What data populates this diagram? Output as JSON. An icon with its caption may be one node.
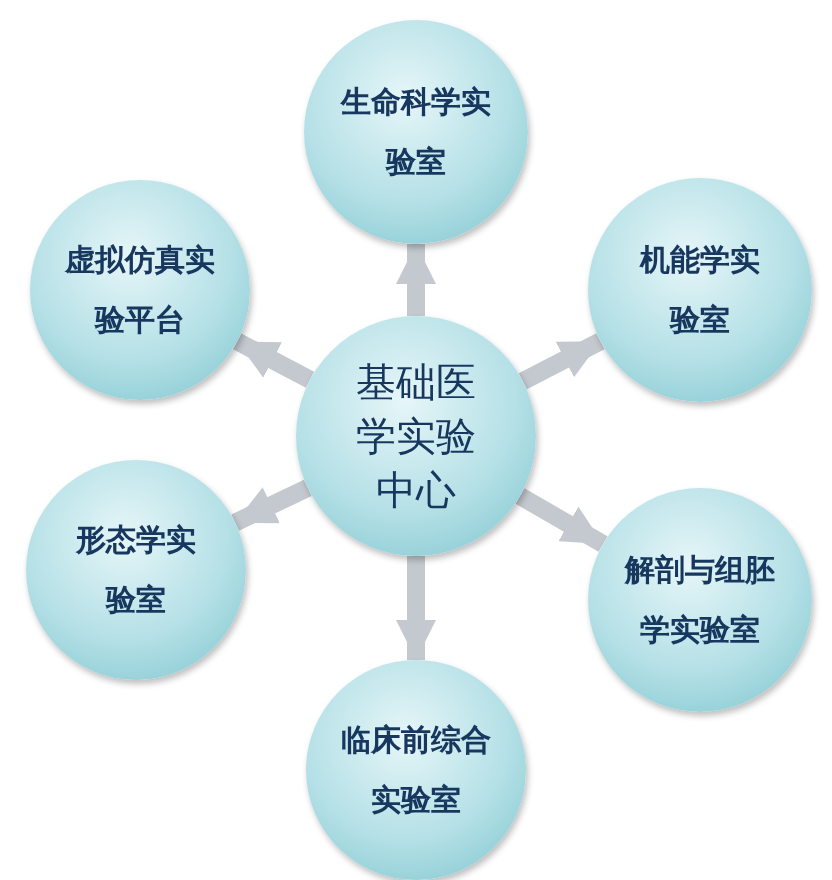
{
  "diagram": {
    "nodes": [
      {
        "text": [
          "基础医学实验中心"
        ]
      },
      {
        "text": [
          "生命科学实验室"
        ]
      },
      {
        "text": [
          "机能学实验室"
        ]
      },
      {
        "text": [
          "解剖与组胚学实验室"
        ]
      },
      {
        "text": [
          "临床前综合实验室"
        ]
      },
      {
        "text": [
          "形态学实验室"
        ]
      },
      {
        "text": [
          "虚拟仿真实验平台"
        ]
      }
    ],
    "edges": [
      {
        "from": 0,
        "to": 1,
        "arrow": "to"
      },
      {
        "from": 0,
        "to": 2,
        "arrow": "to"
      },
      {
        "from": 0,
        "to": 3,
        "arrow": "to"
      },
      {
        "from": 0,
        "to": 4,
        "arrow": "to"
      },
      {
        "from": 0,
        "to": 5,
        "arrow": "to"
      },
      {
        "from": 0,
        "to": 6,
        "arrow": "to"
      }
    ]
  }
}
